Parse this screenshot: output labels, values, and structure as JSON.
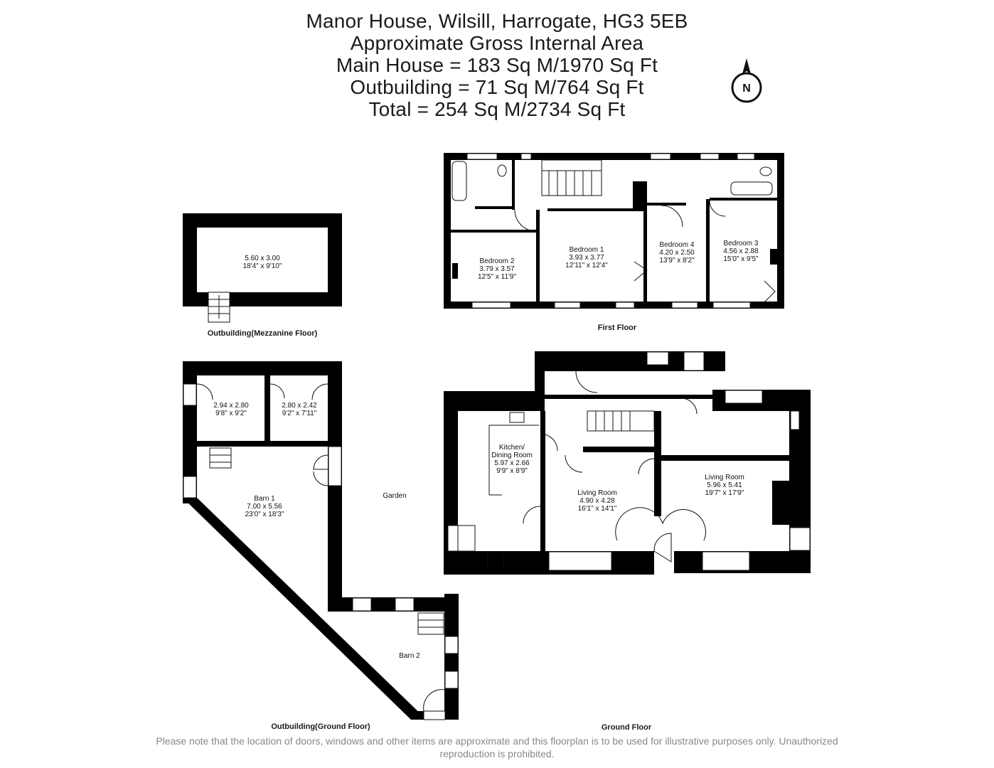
{
  "header": {
    "address": "Manor House, Wilsill, Harrogate, HG3 5EB",
    "area_heading": "Approximate Gross Internal Area",
    "main_house": "Main House = 183 Sq M/1970 Sq Ft",
    "outbuilding": "Outbuilding = 71 Sq M/764 Sq Ft",
    "total": "Total = 254 Sq M/2734 Sq Ft"
  },
  "compass": {
    "label": "N",
    "icon": "north-arrow-icon"
  },
  "floors": {
    "mezzanine": "Outbuilding(Mezzanine Floor)",
    "first": "First Floor",
    "outbuilding_ground": "Outbuilding(Ground Floor)",
    "ground": "Ground Floor"
  },
  "rooms": {
    "mezz": {
      "dim_m": "5.60 x 3.00",
      "dim_ft": "18'4\" x 9'10\""
    },
    "bedroom2": {
      "name": "Bedroom 2",
      "dim_m": "3.79 x 3.57",
      "dim_ft": "12'5\" x 11'9\""
    },
    "bedroom1": {
      "name": "Bedroom 1",
      "dim_m": "3.93 x 3.77",
      "dim_ft": "12'11\" x 12'4\""
    },
    "bedroom4": {
      "name": "Bedroom 4",
      "dim_m": "4.20 x 2.50",
      "dim_ft": "13'9\" x 8'2\""
    },
    "bedroom3": {
      "name": "Bedroom 3",
      "dim_m": "4.56 x 2.88",
      "dim_ft": "15'0\" x 9'5\""
    },
    "store1": {
      "dim_m": "2.94 x 2.80",
      "dim_ft": "9'8\" x 9'2\""
    },
    "store2": {
      "dim_m": "2.80 x 2.42",
      "dim_ft": "9'2\" x 7'11\""
    },
    "barn1": {
      "name": "Barn 1",
      "dim_m": "7.00 x 5.56",
      "dim_ft": "23'0\" x 18'3\""
    },
    "garden": {
      "name": "Garden"
    },
    "barn2": {
      "name": "Barn 2"
    },
    "kitchen": {
      "name": "Kitchen/",
      "name2": "Dining Room",
      "dim_m": "5.97 x 2.66",
      "dim_ft": "9'9\" x 8'9\""
    },
    "living1": {
      "name": "Living Room",
      "dim_m": "4.90 x 4.28",
      "dim_ft": "16'1\" x 14'1\""
    },
    "living2": {
      "name": "Living Room",
      "dim_m": "5.96 x 5.41",
      "dim_ft": "19'7\" x 17'9\""
    }
  },
  "disclaimer": "Please note that the location of doors, windows and other items are approximate and this floorplan is to be used for illustrative purposes only. Unauthorized reproduction is prohibited."
}
